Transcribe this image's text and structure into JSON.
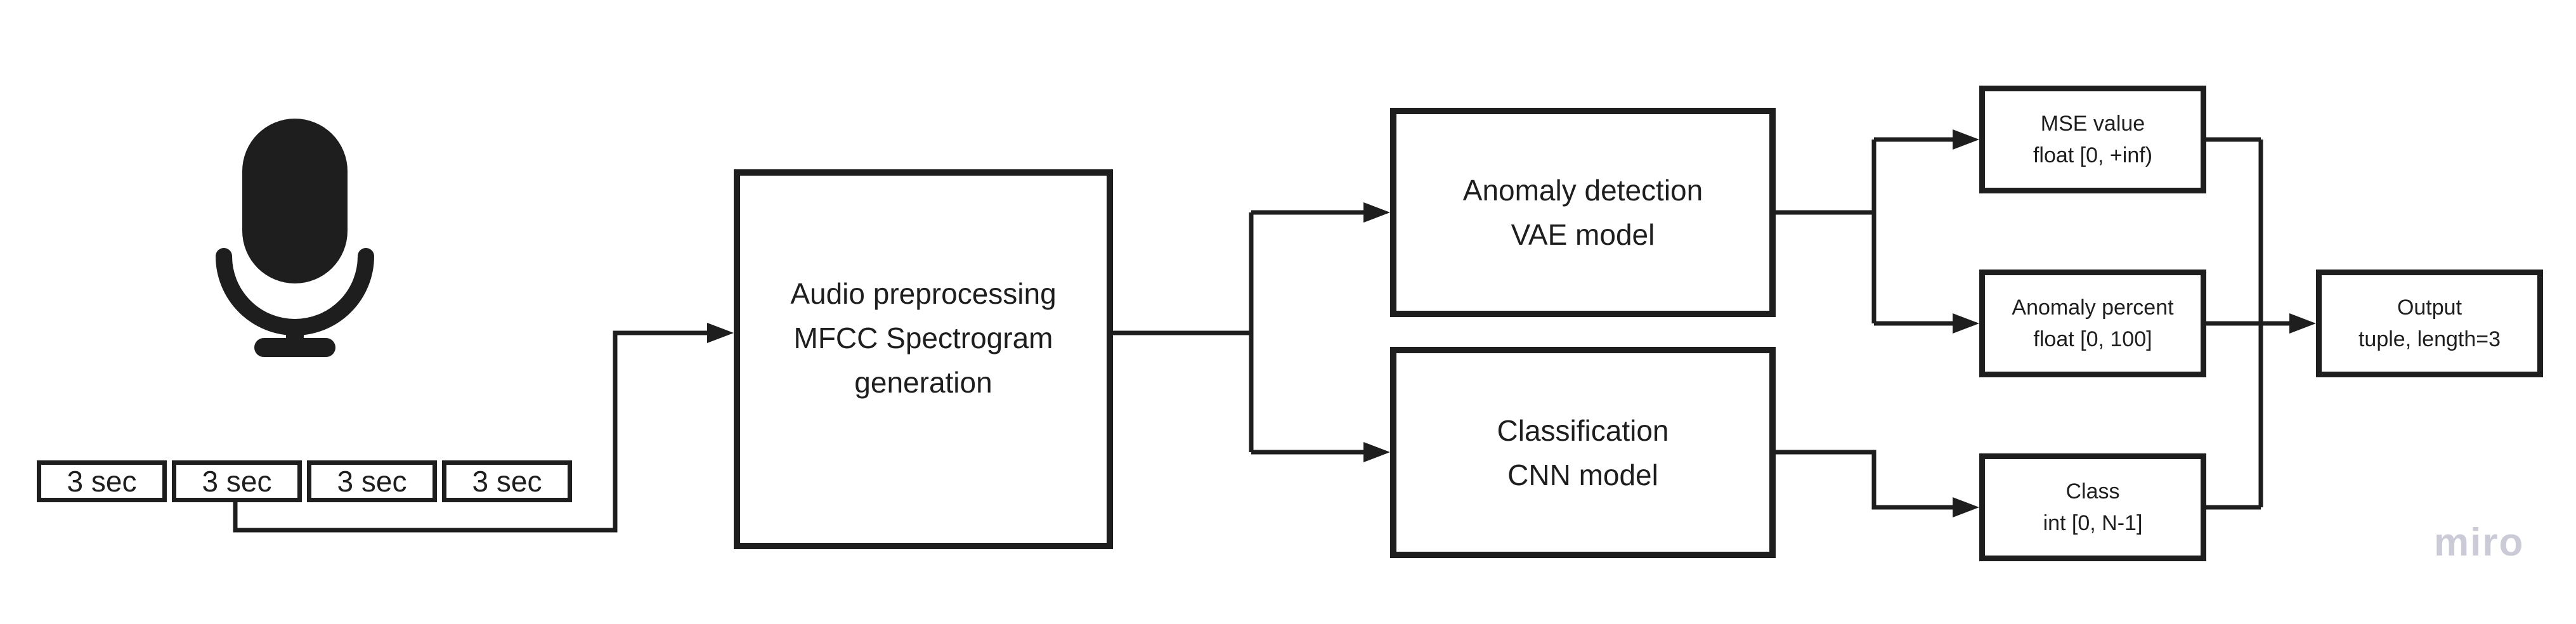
{
  "colors": {
    "ink": "#1e1e1e",
    "background": "#ffffff",
    "watermark": "#cbcad7"
  },
  "segments": {
    "labels": [
      "3 sec",
      "3 sec",
      "3 sec",
      "3 sec"
    ]
  },
  "nodes": {
    "audio": {
      "lines": [
        "Audio preprocessing",
        "MFCC Spectrogram",
        "generation"
      ]
    },
    "vae": {
      "lines": [
        "Anomaly detection",
        "VAE model"
      ]
    },
    "cnn": {
      "lines": [
        "Classification",
        "CNN model"
      ]
    },
    "mse": {
      "lines": [
        "MSE value",
        "float [0, +inf)"
      ]
    },
    "anomaly": {
      "lines": [
        "Anomaly percent",
        "float [0, 100]"
      ]
    },
    "class": {
      "lines": [
        "Class",
        "int [0, N-1]"
      ]
    },
    "output": {
      "lines": [
        "Output",
        "tuple, length=3"
      ]
    }
  },
  "icons": {
    "microphone": "microphone-icon"
  },
  "watermark": {
    "text": "miro"
  }
}
